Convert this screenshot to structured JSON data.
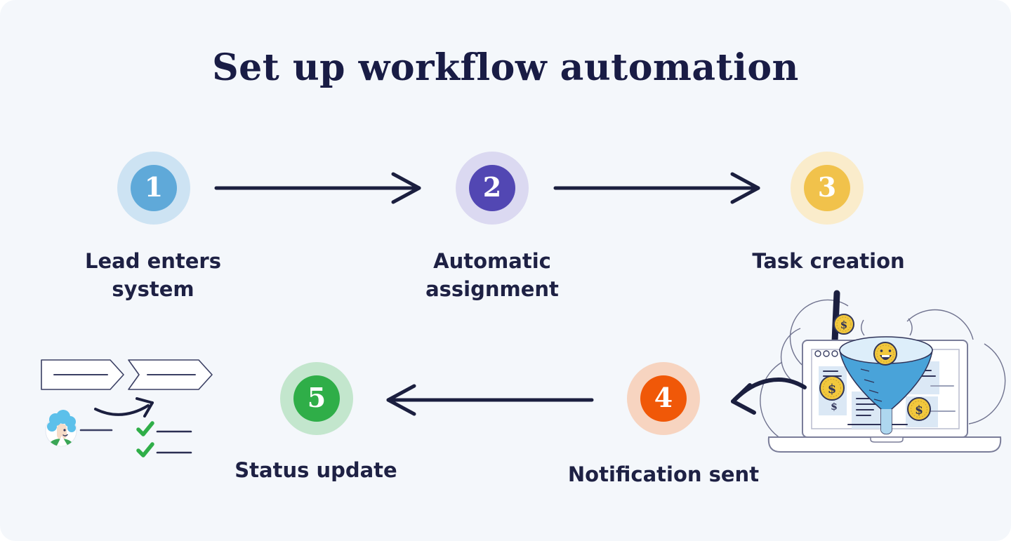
{
  "title": "Set up workflow automation",
  "steps": [
    {
      "number": "1",
      "label": "Lead enters system",
      "circle_color": "#5fa9d9",
      "halo_color": "#cde3f3"
    },
    {
      "number": "2",
      "label": "Automatic assignment",
      "circle_color": "#5247b3",
      "halo_color": "#dbd9f1"
    },
    {
      "number": "3",
      "label": "Task creation",
      "circle_color": "#f1c24b",
      "halo_color": "#faeccb"
    },
    {
      "number": "4",
      "label": "Notification sent",
      "circle_color": "#f05808",
      "halo_color": "#f7d4c0"
    },
    {
      "number": "5",
      "label": "Status update",
      "circle_color": "#2fae48",
      "halo_color": "#c3e6cd"
    }
  ],
  "colors": {
    "background": "#f4f7fb",
    "title_text": "#191c45",
    "label_text": "#1e2144",
    "arrow": "#1b1f3f",
    "funnel_blue": "#49a3d9",
    "coin_gold": "#f2c83d",
    "check_green": "#2fae48"
  },
  "illustrations": {
    "right": "laptop-sales-funnel-with-coins",
    "left": "workflow-checklist-with-avatar"
  }
}
